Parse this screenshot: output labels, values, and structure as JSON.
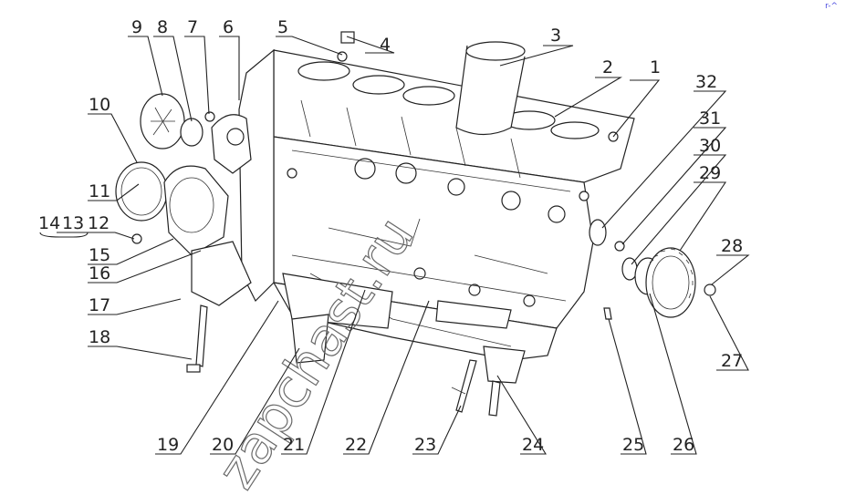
{
  "diagram": {
    "callouts": [
      "1",
      "2",
      "3",
      "4",
      "5",
      "6",
      "7",
      "8",
      "9",
      "10",
      "11",
      "12",
      "13",
      "14",
      "15",
      "16",
      "17",
      "18",
      "19",
      "20",
      "21",
      "22",
      "23",
      "24",
      "25",
      "26",
      "27",
      "28",
      "29",
      "30",
      "31",
      "32"
    ],
    "watermark": "zapchast.ru",
    "corner_mark": "r-^"
  }
}
